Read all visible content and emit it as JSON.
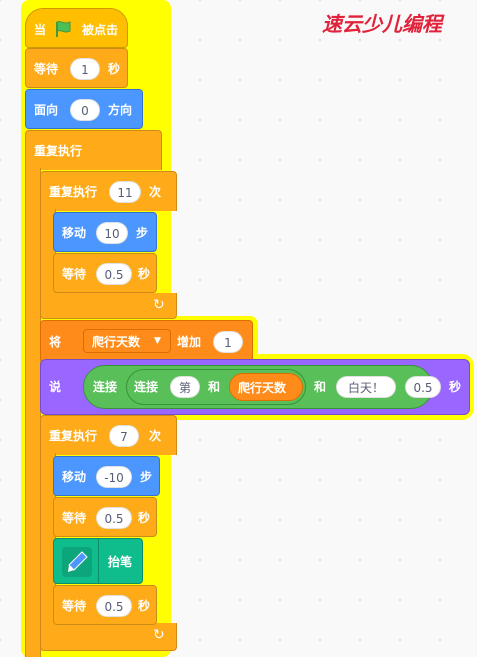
{
  "watermark": "速云少儿编程",
  "colors": {
    "events": "#FFBF00",
    "control": "#FFAB19",
    "motion": "#4C97FF",
    "variables": "#FF8C1A",
    "looks": "#9966FF",
    "operators": "#59C059",
    "pen": "#0FBD8C",
    "glow": "#FFFF00"
  },
  "script": {
    "hat": {
      "label_when": "当",
      "flag_icon": "green-flag-icon",
      "label_clicked": "被点击"
    },
    "wait1": {
      "label": "等待",
      "value": "1",
      "unit": "秒"
    },
    "point": {
      "label": "面向",
      "value": "0",
      "unit": "方向"
    },
    "forever": {
      "label": "重复执行"
    },
    "repeat1": {
      "label": "重复执行",
      "value": "11",
      "unit": "次"
    },
    "move1": {
      "label": "移动",
      "value": "10",
      "unit": "步"
    },
    "wait2": {
      "label": "等待",
      "value": "0.5",
      "unit": "秒"
    },
    "change": {
      "label": "将",
      "var": "爬行天数",
      "dropdown_icon": "dropdown-arrow-icon",
      "label2": "增加",
      "value": "1"
    },
    "say": {
      "label": "说",
      "join_outer": "连接",
      "join_inner": "连接",
      "str1": "第",
      "and1": "和",
      "var": "爬行天数",
      "and2": "和",
      "str2": "白天！",
      "value": "0.5",
      "unit": "秒"
    },
    "repeat2": {
      "label": "重复执行",
      "value": "7",
      "unit": "次"
    },
    "move2": {
      "label": "移动",
      "value": "-10",
      "unit": "步"
    },
    "wait3": {
      "label": "等待",
      "value": "0.5",
      "unit": "秒"
    },
    "penup": {
      "label": "抬笔",
      "icon": "pen-icon"
    },
    "wait4": {
      "label": "等待",
      "value": "0.5",
      "unit": "秒"
    }
  }
}
